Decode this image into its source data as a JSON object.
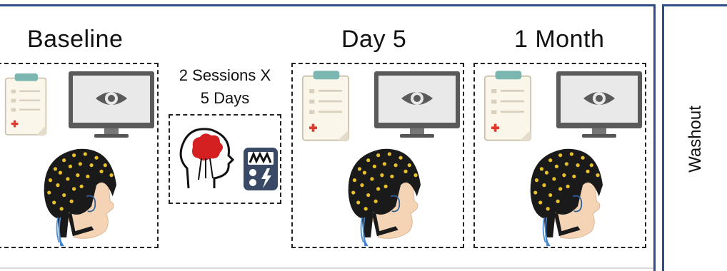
{
  "stages": [
    {
      "title": "Baseline"
    },
    {
      "title": "Day 5"
    },
    {
      "title": "1 Month"
    }
  ],
  "intervention": {
    "line1": "2 Sessions X",
    "line2": "5 Days"
  },
  "washout": {
    "label": "Washout"
  },
  "icons": {
    "assessment": [
      "clipboard-icon",
      "monitor-eye-icon",
      "eeg-cap-head-icon"
    ],
    "intervention": [
      "head-brain-icon",
      "stimulator-device-icon"
    ]
  },
  "colors": {
    "frame": "#2f4d86",
    "electrode": "#e8c02a",
    "brain": "#d42020",
    "device": "#3a4a66",
    "clipboard": "#7bb6b0"
  }
}
